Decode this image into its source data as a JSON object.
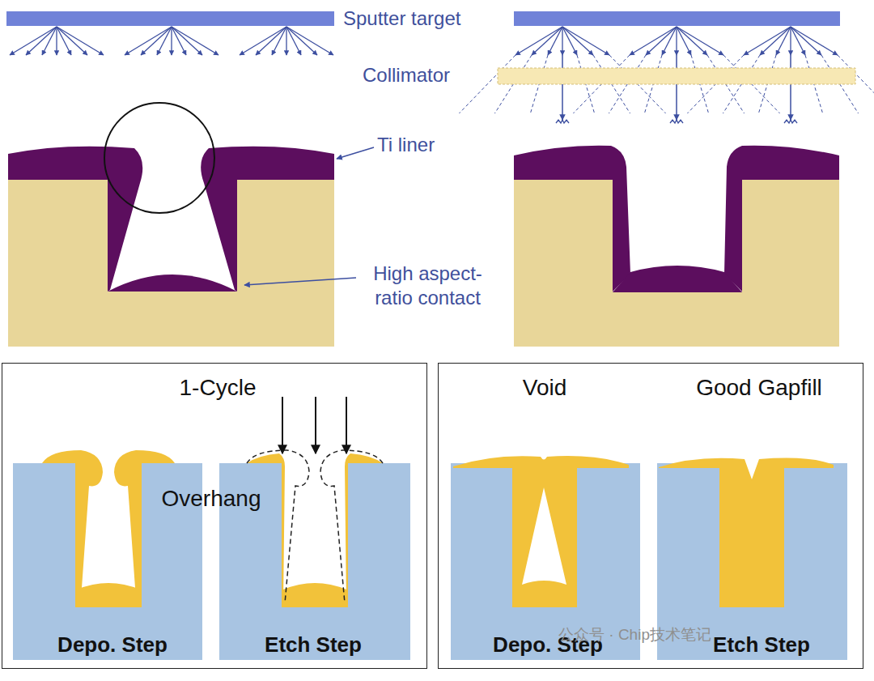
{
  "diagram": {
    "nodes": [
      {
        "text": [
          "1-Cycle",
          "Overhang",
          "Depo. Step",
          "Etch Step"
        ]
      },
      {
        "text": [
          "Void",
          "Good Gapfill",
          "Depo. Step",
          "Etch Step"
        ]
      }
    ],
    "labels": [
      "Sputter target",
      "Collimator",
      "Ti liner",
      "High aspect-ratio contact",
      "公众号 · Chip技术笔记"
    ]
  }
}
